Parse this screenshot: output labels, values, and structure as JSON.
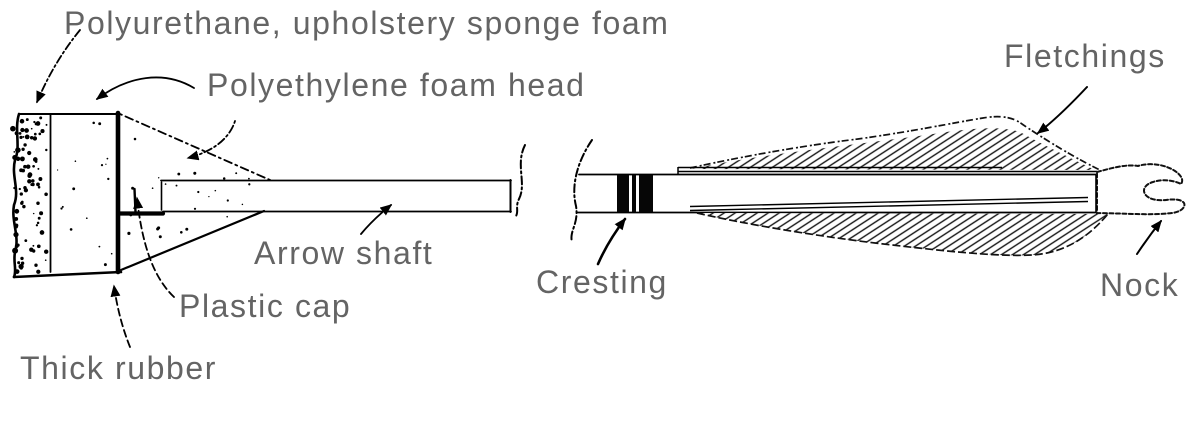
{
  "diagram": {
    "labels": {
      "polyurethane": "Polyurethane, upholstery sponge foam",
      "polyethylene": "Polyethylene foam head",
      "arrow_shaft": "Arrow shaft",
      "plastic_cap": "Plastic cap",
      "thick_rubber": "Thick rubber",
      "cresting": "Cresting",
      "fletchings": "Fletchings",
      "nock": "Nock"
    },
    "colors": {
      "background": "#ffffff",
      "line": "#000000",
      "label_text": "#646464",
      "cresting_band": "#060606"
    }
  }
}
